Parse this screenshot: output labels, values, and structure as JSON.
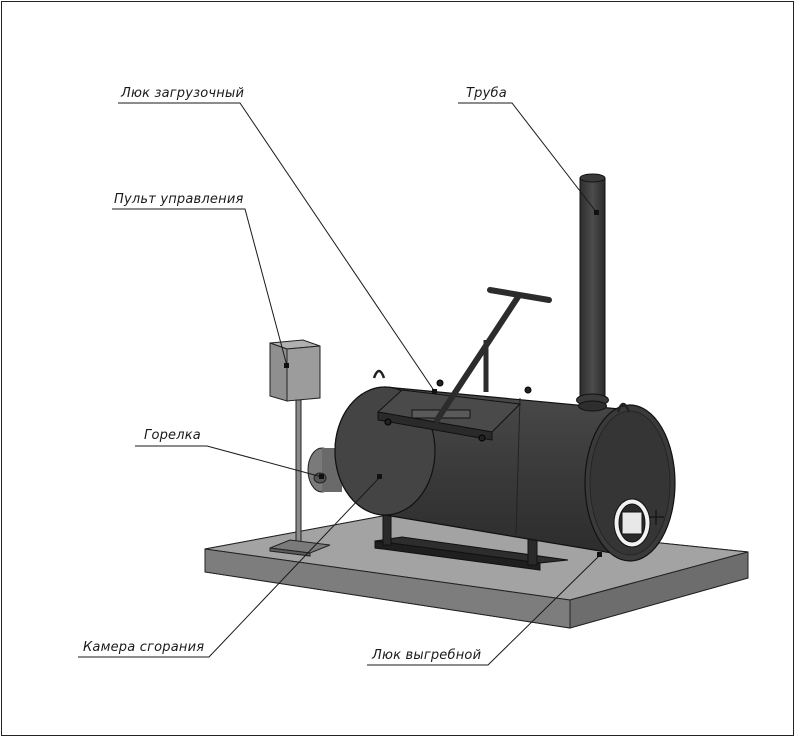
{
  "labels": {
    "loading_hatch": "Люк загрузочный",
    "chimney": "Труба",
    "control_panel": "Пульт управления",
    "burner": "Горелка",
    "combustion_chamber": "Камера сгорания",
    "ash_hatch": "Люк выгребной"
  },
  "colors": {
    "background": "#ffffff",
    "body_dark": "#3d3d3d",
    "body_mid": "#555555",
    "platform_top": "#9a9a9a",
    "platform_side": "#6e6e6e",
    "panel": "#8a8a8a",
    "line": "#1a1a1a"
  }
}
